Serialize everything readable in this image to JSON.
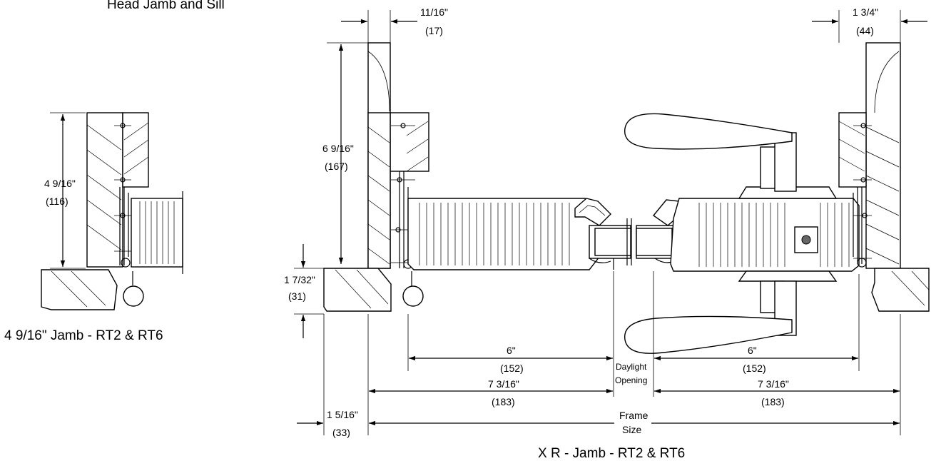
{
  "header": {
    "top_label": "Head Jamb and Sill"
  },
  "left_detail": {
    "height_in": "4 9/16\"",
    "height_mm": "(116)",
    "caption": "4 9/16\" Jamb - RT2 & RT6"
  },
  "main_detail": {
    "left_jamb_height_in": "6 9/16\"",
    "left_jamb_height_mm": "(167)",
    "stop_width_in": "11/16\"",
    "stop_width_mm": "(17)",
    "right_jamb_width_in": "1 3/4\"",
    "right_jamb_width_mm": "(44)",
    "sill_height_in": "1 7/32\"",
    "sill_height_mm": "(31)",
    "left_sash_in": "6\"",
    "left_sash_mm": "(152)",
    "right_sash_in": "6\"",
    "right_sash_mm": "(152)",
    "left_frame_in": "7 3/16\"",
    "left_frame_mm": "(183)",
    "right_frame_in": "7 3/16\"",
    "right_frame_mm": "(183)",
    "offset_in": "1 5/16\"",
    "offset_mm": "(33)",
    "daylight_line1": "Daylight",
    "daylight_line2": "Opening",
    "frame_line1": "Frame",
    "frame_line2": "Size",
    "caption": "X R - Jamb - RT2 & RT6"
  }
}
